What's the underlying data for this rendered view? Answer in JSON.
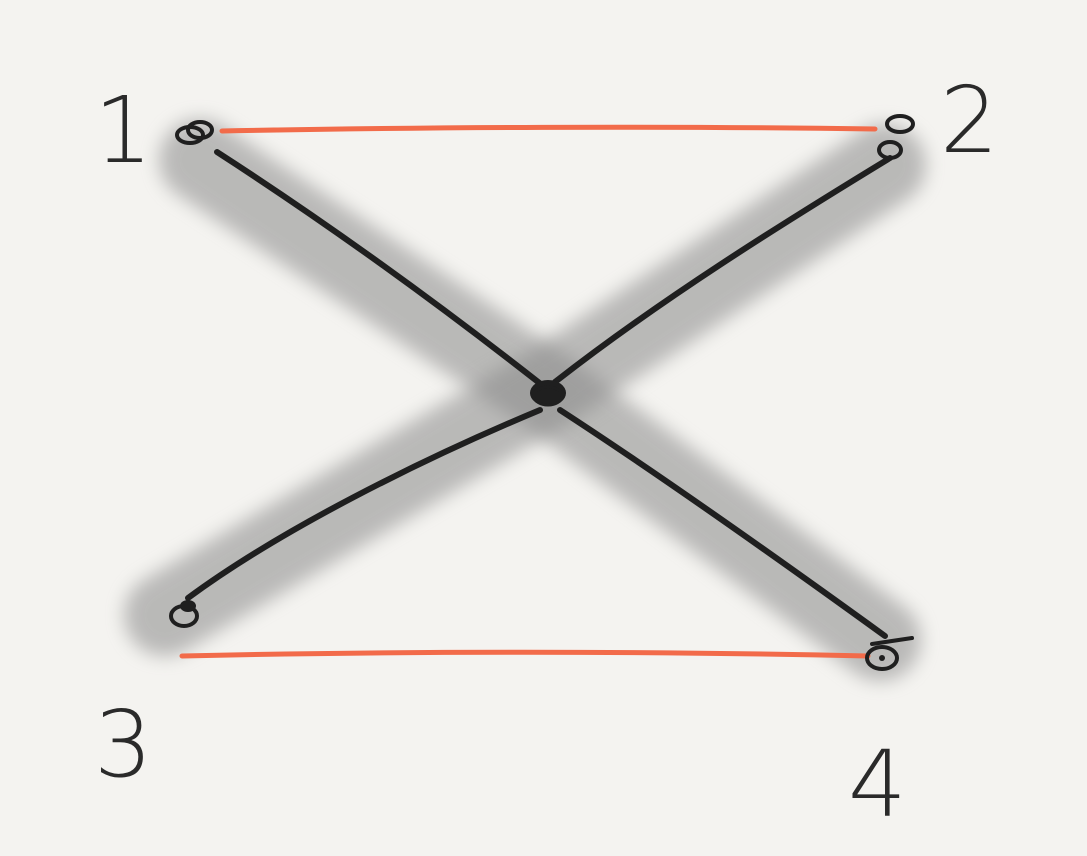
{
  "nodes": [
    {
      "id": "1",
      "label": "1"
    },
    {
      "id": "2",
      "label": "2"
    },
    {
      "id": "3",
      "label": "3"
    },
    {
      "id": "4",
      "label": "4"
    }
  ],
  "edges": [
    {
      "from": "1",
      "to": "2",
      "kind": "red-link"
    },
    {
      "from": "3",
      "to": "4",
      "kind": "red-link"
    },
    {
      "from": "1",
      "to": "4",
      "kind": "black-shaded-link"
    },
    {
      "from": "2",
      "to": "3",
      "kind": "black-shaded-link"
    }
  ],
  "colors": {
    "background": "#f4f3f0",
    "red_link": "#f26b4a",
    "black_link": "#1f1f1f",
    "shadow": "#8a8a8a",
    "label": "#2a2a2a"
  }
}
